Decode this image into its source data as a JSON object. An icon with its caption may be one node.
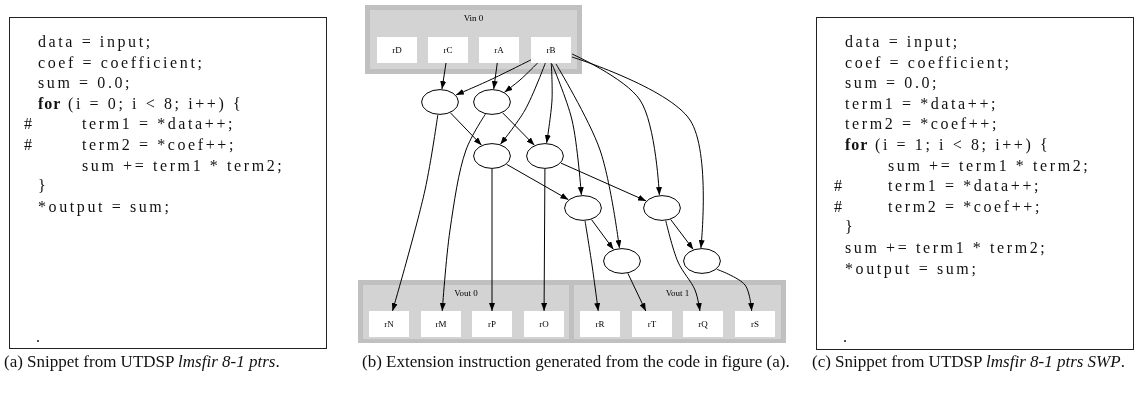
{
  "diagram": {
    "nodes": [
      {
        "text": [
          "data = input;",
          "coef = coefficient;",
          "sum = 0.0;",
          "**for** (i = 0; i < 8; i++) {",
          "#",
          "term1 = *data++;",
          "#",
          "term2 = *coef++;",
          "sum += term1 * term2;",
          "}",
          "*output = sum;",
          "."
        ],
        "beside": [
          "(a) Snippet from UTDSP *lmsfir 8-1 ptrs*."
        ]
      },
      {
        "text": [
          "Vin 0"
        ]
      },
      {
        "text": [
          "rD"
        ],
        "in": 1
      },
      {
        "text": [
          "rC"
        ],
        "in": 1
      },
      {
        "text": [
          "rA"
        ],
        "in": 1
      },
      {
        "text": [
          "rB"
        ],
        "in": 1
      },
      {
        "text": [],
        "shape": "circle"
      },
      {
        "text": [],
        "shape": "circle"
      },
      {
        "text": [],
        "shape": "circle"
      },
      {
        "text": [],
        "shape": "circle"
      },
      {
        "text": [],
        "shape": "circle"
      },
      {
        "text": [],
        "shape": "circle"
      },
      {
        "text": [],
        "shape": "circle"
      },
      {
        "text": [],
        "shape": "circle"
      },
      {
        "text": [],
        "shape": "box"
      },
      {
        "text": [
          "Vout 0"
        ],
        "in": 14
      },
      {
        "text": [
          "rN"
        ],
        "in": 15
      },
      {
        "text": [
          "rM"
        ],
        "in": 15
      },
      {
        "text": [
          "rP"
        ],
        "in": 15
      },
      {
        "text": [
          "rO"
        ],
        "in": 15
      },
      {
        "text": [
          "Vout 1"
        ],
        "in": 14
      },
      {
        "text": [
          "rR"
        ],
        "in": 20
      },
      {
        "text": [
          "rT"
        ],
        "in": 20
      },
      {
        "text": [
          "rQ"
        ],
        "in": 20
      },
      {
        "text": [
          "rS"
        ],
        "in": 20
      },
      {
        "text": [
          "data = input;",
          "coef = coefficient;",
          "sum = 0.0;",
          "term1 = *data++;",
          "term2 = *coef++;",
          "**for** (i = 1; i < 8; i++) {",
          "sum += term1 * term2;",
          "#",
          "term1 = *data++;",
          "#",
          "term2 = *coef++;",
          "}",
          "sum += term1 * term2;",
          "*output = sum;",
          "."
        ],
        "beside": [
          "(c) Snippet from UTDSP *lmsfir 8-1 ptrs SWP*."
        ]
      }
    ],
    "edges": [
      {
        "from": 3,
        "to": 6,
        "arrow": "to"
      },
      {
        "from": 4,
        "to": 7,
        "arrow": "to"
      },
      {
        "from": 5,
        "to": 6,
        "arrow": "to"
      },
      {
        "from": 5,
        "to": 7,
        "arrow": "to"
      },
      {
        "from": 5,
        "to": 8,
        "arrow": "to"
      },
      {
        "from": 5,
        "to": 9,
        "arrow": "to"
      },
      {
        "from": 5,
        "to": 10,
        "arrow": "to"
      },
      {
        "from": 5,
        "to": 12,
        "arrow": "to"
      },
      {
        "from": 5,
        "to": 11,
        "arrow": "to"
      },
      {
        "from": 5,
        "to": 13,
        "arrow": "to"
      },
      {
        "from": 6,
        "to": 8,
        "arrow": "to"
      },
      {
        "from": 7,
        "to": 9,
        "arrow": "to"
      },
      {
        "from": 6,
        "to": 16,
        "arrow": "to"
      },
      {
        "from": 7,
        "to": 17,
        "arrow": "to"
      },
      {
        "from": 8,
        "to": 18,
        "arrow": "to"
      },
      {
        "from": 9,
        "to": 19,
        "arrow": "to"
      },
      {
        "from": 8,
        "to": 10,
        "arrow": "to"
      },
      {
        "from": 9,
        "to": 11,
        "arrow": "to"
      },
      {
        "from": 10,
        "to": 12,
        "arrow": "to"
      },
      {
        "from": 10,
        "to": 21,
        "arrow": "to"
      },
      {
        "from": 11,
        "to": 13,
        "arrow": "to"
      },
      {
        "from": 11,
        "to": 23,
        "arrow": "to"
      },
      {
        "from": 12,
        "to": 22,
        "arrow": "to"
      },
      {
        "from": 13,
        "to": 24,
        "arrow": "to"
      }
    ],
    "labels": [
      "(b) Extension instruction generated from the code in figure (a)."
    ]
  }
}
